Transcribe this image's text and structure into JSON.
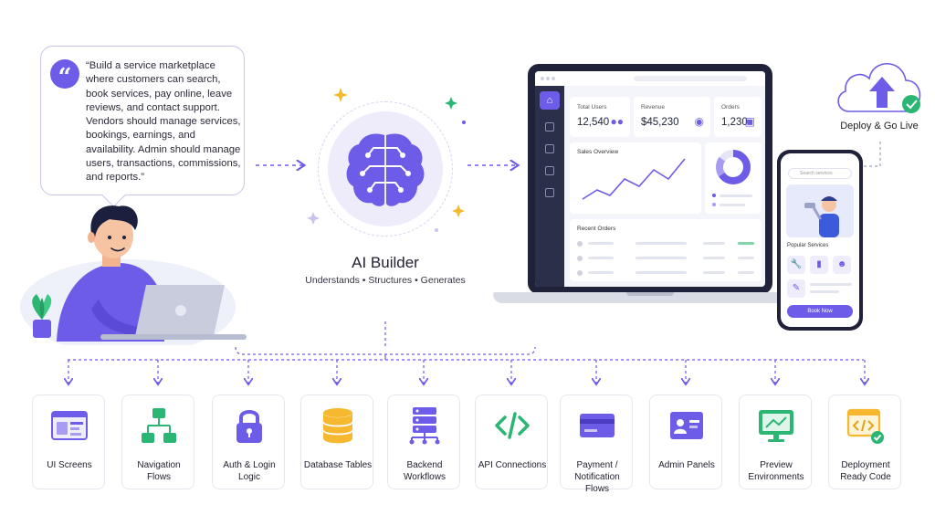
{
  "prompt": {
    "quote_mark": "“",
    "text": "“Build a service marketplace where customers can search, book services, pay online, leave reviews, and contact support. Vendors should manage services, bookings, earnings, and availability. Admin should manage users, transactions, commissions, and reports.”"
  },
  "ai_builder": {
    "title": "AI Builder",
    "subtitle": "Understands • Structures • Generates"
  },
  "dashboard": {
    "stats": [
      {
        "label": "Total Users",
        "value": "12,540",
        "icon": "users-icon"
      },
      {
        "label": "Revenue",
        "value": "$45,230",
        "icon": "dollar-icon"
      },
      {
        "label": "Orders",
        "value": "1,230",
        "icon": "bag-icon"
      }
    ],
    "sales_title": "Sales Overview",
    "orders_title": "Recent Orders"
  },
  "phone": {
    "search_placeholder": "Search services",
    "popular_title": "Popular Services",
    "book_button": "Book Now"
  },
  "deploy": {
    "label": "Deploy & Go Live"
  },
  "outputs": [
    {
      "label": "UI Screens",
      "icon": "ui-screens-icon"
    },
    {
      "label": "Navigation Flows",
      "icon": "navigation-flows-icon"
    },
    {
      "label": "Auth & Login Logic",
      "icon": "lock-icon"
    },
    {
      "label": "Database Tables",
      "icon": "database-icon"
    },
    {
      "label": "Backend Workflows",
      "icon": "server-icon"
    },
    {
      "label": "API Connections",
      "icon": "code-icon"
    },
    {
      "label": "Payment / Notification Flows",
      "icon": "credit-card-icon"
    },
    {
      "label": "Admin Panels",
      "icon": "admin-id-icon"
    },
    {
      "label": "Preview Environments",
      "icon": "monitor-icon"
    },
    {
      "label": "Deployment Ready Code",
      "icon": "code-check-icon"
    }
  ],
  "colors": {
    "accent": "#6c5ce7",
    "green": "#2bb673",
    "yellow": "#f5b82e",
    "dark": "#1f2238"
  }
}
